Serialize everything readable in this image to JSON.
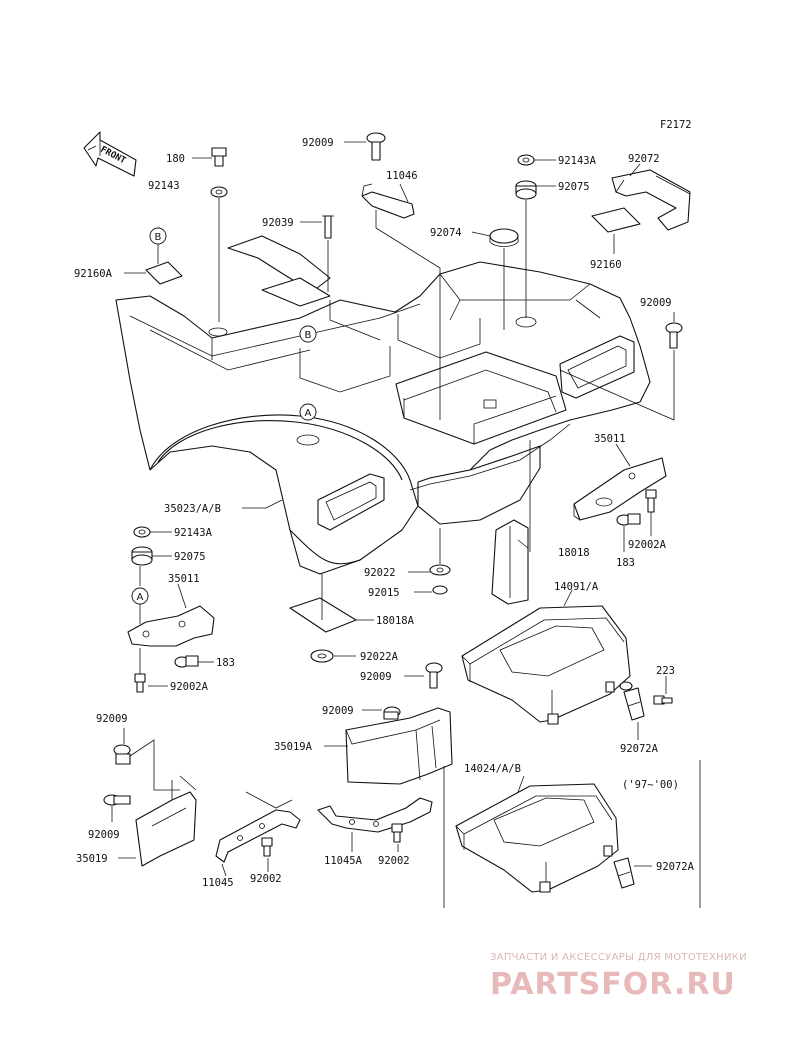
{
  "figure_code": "F2172",
  "front_label": "FRONT",
  "markers": [
    "A",
    "B"
  ],
  "note": "('97~'00)",
  "parts": {
    "p180": "180",
    "p92143_top": "92143",
    "p92160A": "92160A",
    "p92009_top": "92009",
    "p11046": "11046",
    "p92039": "92039",
    "p92143A_top": "92143A",
    "p92075_top": "92075",
    "p92072_top": "92072",
    "p92074": "92074",
    "p92160": "92160",
    "p92009_right": "92009",
    "p35011_right": "35011",
    "p92002A_right": "92002A",
    "p183_right": "183",
    "p18018": "18018",
    "p35023": "35023/A/B",
    "p92143A_left": "92143A",
    "p92075_left": "92075",
    "p35011_left": "35011",
    "p183_left": "183",
    "p92002A_left": "92002A",
    "p92022": "92022",
    "p92015": "92015",
    "p18018A": "18018A",
    "p92022A": "92022A",
    "p92009_mid": "92009",
    "p14091": "14091/A",
    "p223": "223",
    "p92072A_mid": "92072A",
    "p92009_box": "92009",
    "p35019A": "35019A",
    "p92009_ll1": "92009",
    "p92009_ll2": "92009",
    "p35019": "35019",
    "p11045": "11045",
    "p92002_a": "92002",
    "p11045A": "11045A",
    "p92002_b": "92002",
    "p14024": "14024/A/B",
    "p92072A_bot": "92072A"
  },
  "watermark": {
    "line1": "ЗАПЧАСТИ И АКСЕССУАРЫ ДЛЯ МОТОТЕХНИКИ",
    "line2": "PARTSFOR.RU"
  }
}
